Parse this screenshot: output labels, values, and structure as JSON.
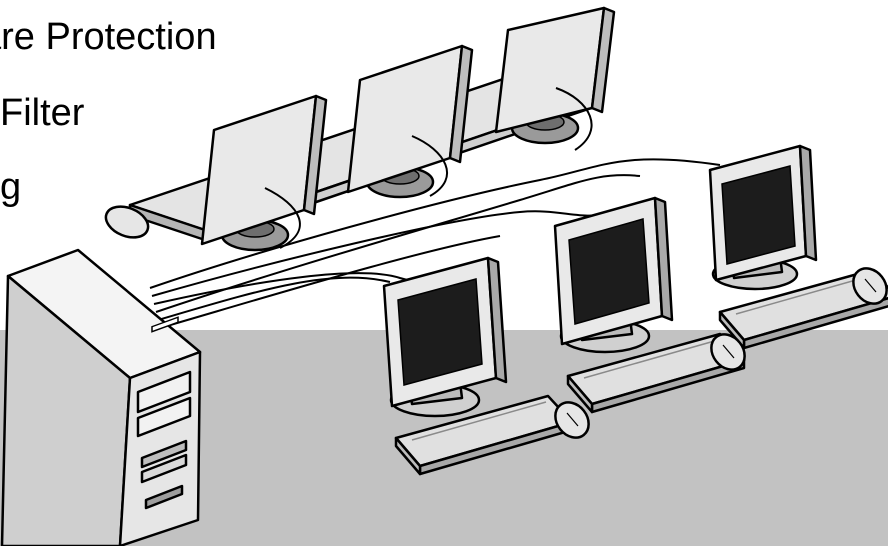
{
  "slide": {
    "bullets": [
      "are Protection",
      "Filter",
      "g"
    ]
  },
  "colors": {
    "floor": "#c2c2c2",
    "tower_front": "#e6e6e6",
    "tower_side": "#cfcfcf",
    "screen_dark": "#1c1c1c",
    "screen_light": "#e9e9e9",
    "bezel": "#d6d6d6",
    "outline": "#000000"
  },
  "icons": [
    "server-tower-icon",
    "monitor-icon",
    "keyboard-icon",
    "mouse-icon"
  ]
}
